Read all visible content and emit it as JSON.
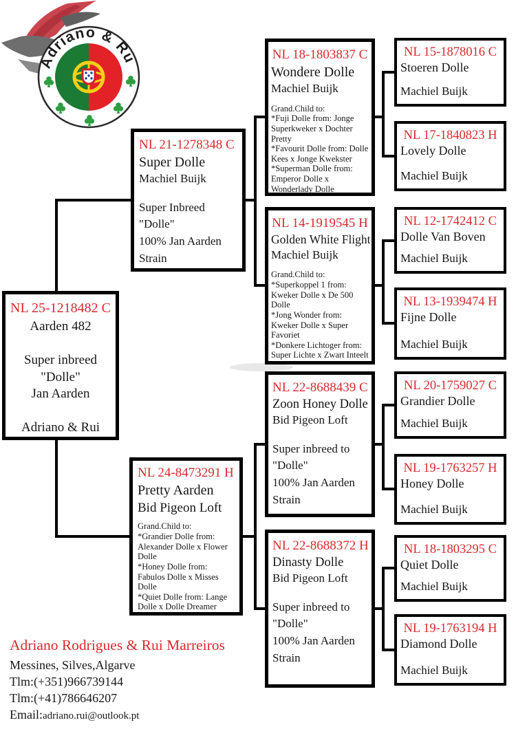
{
  "logo": {
    "arc_text": "Adriano & Rui"
  },
  "colors": {
    "accent_red": "#d92a2e",
    "flag_green": "#1b7a34",
    "flag_red": "#e32227",
    "flag_yellow": "#f6cf17",
    "clover_green": "#2f9e41"
  },
  "pedigree": {
    "subject": {
      "ring": "NL 25-1218482 C",
      "body": "Aarden 482\n\nSuper inbreed\n\"Dolle\"\nJan Aarden\n\nAdriano & Rui"
    },
    "sire": {
      "ring": "NL 21-1278348 C",
      "name": "Super Dolle",
      "fancier": "Machiel Buijk",
      "notes": "Super Inbreed\n\"Dolle\"\n100% Jan Aarden\nStrain"
    },
    "dam": {
      "ring": "NL 24-8473291 H",
      "name": "Pretty Aarden",
      "fancier": "Bid Pigeon Loft",
      "notes": "Grand.Child to:\n*Grandier Dolle from: Alexander Dolle x Flower Dolle\n*Honey Dolle from: Fabulos Dolle x Misses Dolle\n*Quiet Dolle from: Lange Dolle x Dolle Dreamer\n*Diamond Dolle from: Hurricane Dolle x Lotus Dolle"
    },
    "paternal_grandfather": {
      "ring": "NL 18-1803837 C",
      "name": "Wondere Dolle",
      "fancier": "Machiel Buijk",
      "notes": "Grand.Child to:\n*Fuji Dolle from: Jonge Superkweker x Dochter Pretty\n*Favourit Dolle from: Dolle Kees x Jonge Kwekster\n*Superman Dolle from: Emperor Dolle x Wonderlady Dolle\n*Special Dolle from: Ingeteelde Dolle x Pearl Dolle"
    },
    "paternal_grandmother": {
      "ring": "NL 14-1919545 H",
      "name": "Golden White Flight",
      "fancier": "Machiel Buijk",
      "notes": "Grand.Child to:\n*Superkoppel 1 from: Kweker Dolle x De 500 Dolle\n*Jong Wonder from: Kweker Dolle x Super Favoriet\n*Donkere Lichtoger from: Super Lichte x Zwart Inteelt\n*Zitter Duivin from: Zitter Dolle x Super Goudoogje"
    },
    "maternal_grandfather": {
      "ring": "NL 22-8688439 C",
      "name": "Zoon Honey Dolle",
      "fancier": "Bid Pigeon Loft",
      "notes": "Super inbreed to\n\"Dolle\"\n100% Jan Aarden\nStrain"
    },
    "maternal_grandmother": {
      "ring": "NL 22-8688372 H",
      "name": "Dinasty Dolle",
      "fancier": "Bid Pigeon Loft",
      "notes": "Super inbreed to\n\"Dolle\"\n100% Jan Aarden\nStrain"
    },
    "great_grandparents": [
      {
        "ring": "NL 15-1878016 C",
        "name": "Stoeren Dolle",
        "fancier": "Machiel Buijk"
      },
      {
        "ring": "NL 17-1840823 H",
        "name": "Lovely Dolle",
        "fancier": "Machiel Buijk"
      },
      {
        "ring": "NL 12-1742412 C",
        "name": "Dolle Van Boven",
        "fancier": "Machiel Buijk"
      },
      {
        "ring": "NL 13-1939474 H",
        "name": "Fijne Dolle",
        "fancier": "Machiel Buijk"
      },
      {
        "ring": "NL 20-1759027 C",
        "name": "Grandier Dolle",
        "fancier": "Machiel Buijk"
      },
      {
        "ring": "NL 19-1763257 H",
        "name": "Honey Dolle",
        "fancier": "Machiel Buijk"
      },
      {
        "ring": "NL 18-1803295 C",
        "name": "Quiet Dolle",
        "fancier": "Machiel Buijk"
      },
      {
        "ring": "NL 19-1763194 H",
        "name": "Diamond Dolle",
        "fancier": "Machiel Buijk"
      }
    ]
  },
  "footer": {
    "title": "Adriano Rodrigues & Rui Marreiros",
    "address": "Messines, Silves,Algarve",
    "phone1": "Tlm:(+351)966739144",
    "phone2": "Tlm:(+41)786646207",
    "email_label": "Email:",
    "email": "adriano.rui@outlook.pt"
  }
}
